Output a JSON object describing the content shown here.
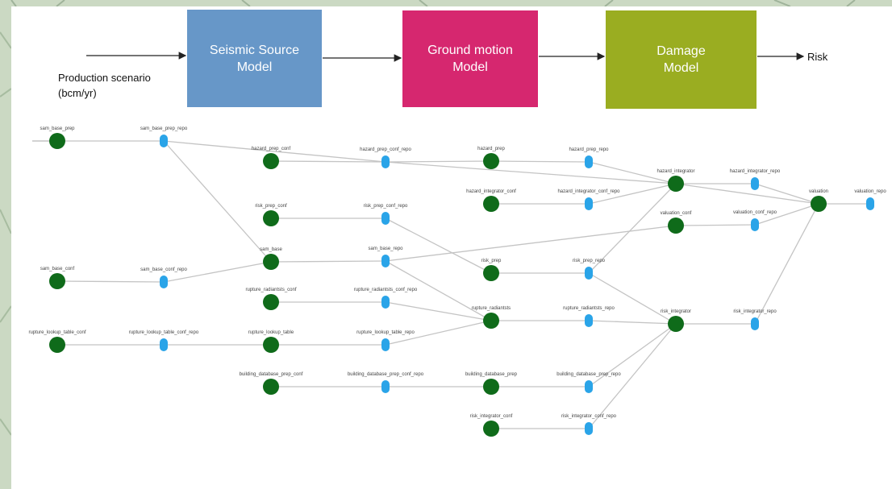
{
  "flow": {
    "input_label_line1": "Production scenario",
    "input_label_line2": "(bcm/yr)",
    "stages": [
      "Seismic Source\nModel",
      "Ground motion\nModel",
      "Damage\nModel"
    ],
    "output_label": "Risk",
    "stage_colors": [
      "#6797c8",
      "#d6276f",
      "#9aad21"
    ]
  },
  "graph": {
    "node_colors": {
      "task": "#0f6b1a",
      "repo": "#2aa4e8"
    },
    "nodes": [
      {
        "id": "sam_base_prep",
        "kind": "task",
        "label": "sam_base_prep"
      },
      {
        "id": "sam_base_prep_repo",
        "kind": "repo",
        "label": "sam_base_prep_repo"
      },
      {
        "id": "hazard_prep_conf",
        "kind": "task",
        "label": "hazard_prep_conf"
      },
      {
        "id": "hazard_prep_conf_repo",
        "kind": "repo",
        "label": "hazard_prep_conf_repo"
      },
      {
        "id": "hazard_prep",
        "kind": "task",
        "label": "hazard_prep"
      },
      {
        "id": "hazard_prep_repo",
        "kind": "repo",
        "label": "hazard_prep_repo"
      },
      {
        "id": "hazard_integrator",
        "kind": "task",
        "label": "hazard_integrator"
      },
      {
        "id": "hazard_integrator_repo",
        "kind": "repo",
        "label": "hazard_integrator_repo"
      },
      {
        "id": "hazard_integrator_conf",
        "kind": "task",
        "label": "hazard_integrator_conf"
      },
      {
        "id": "hazard_integrator_conf_repo",
        "kind": "repo",
        "label": "hazard_integrator_conf_repo"
      },
      {
        "id": "risk_prep_conf",
        "kind": "task",
        "label": "risk_prep_conf"
      },
      {
        "id": "risk_prep_conf_repo",
        "kind": "repo",
        "label": "risk_prep_conf_repo"
      },
      {
        "id": "valuation_conf",
        "kind": "task",
        "label": "valuation_conf"
      },
      {
        "id": "valuation_conf_repo",
        "kind": "repo",
        "label": "valuation_conf_repo"
      },
      {
        "id": "valuation",
        "kind": "task",
        "label": "valuation"
      },
      {
        "id": "valuation_repo",
        "kind": "repo",
        "label": "valuation_repo"
      },
      {
        "id": "sam_base",
        "kind": "task",
        "label": "sam_base"
      },
      {
        "id": "sam_base_repo",
        "kind": "repo",
        "label": "sam_base_repo"
      },
      {
        "id": "sam_base_conf",
        "kind": "task",
        "label": "sam_base_conf"
      },
      {
        "id": "sam_base_conf_repo",
        "kind": "repo",
        "label": "sam_base_conf_repo"
      },
      {
        "id": "risk_prep",
        "kind": "task",
        "label": "risk_prep"
      },
      {
        "id": "risk_prep_repo",
        "kind": "repo",
        "label": "risk_prep_repo"
      },
      {
        "id": "rupture_radiantsts_conf",
        "kind": "task",
        "label": "rupture_radiantsts_conf"
      },
      {
        "id": "rupture_radiantsts_conf_repo",
        "kind": "repo",
        "label": "rupture_radiantsts_conf_repo"
      },
      {
        "id": "rupture_radiantsts",
        "kind": "task",
        "label": "rupture_radiantsts"
      },
      {
        "id": "rupture_radiantsts_repo",
        "kind": "repo",
        "label": "rupture_radiantsts_repo"
      },
      {
        "id": "risk_integrator",
        "kind": "task",
        "label": "risk_integrator"
      },
      {
        "id": "risk_integrator_repo",
        "kind": "repo",
        "label": "risk_integrator_repo"
      },
      {
        "id": "rupture_lookup_table_conf",
        "kind": "task",
        "label": "rupture_lookup_table_conf"
      },
      {
        "id": "rupture_lookup_table_conf_repo",
        "kind": "repo",
        "label": "rupture_lookup_table_conf_repo"
      },
      {
        "id": "rupture_lookup_table",
        "kind": "task",
        "label": "rupture_lookup_table"
      },
      {
        "id": "rupture_lookup_table_repo",
        "kind": "repo",
        "label": "rupture_lookup_table_repo"
      },
      {
        "id": "building_database_prep_conf",
        "kind": "task",
        "label": "building_database_prep_conf"
      },
      {
        "id": "building_database_prep_conf_repo",
        "kind": "repo",
        "label": "building_database_prep_conf_repo"
      },
      {
        "id": "building_database_prep",
        "kind": "task",
        "label": "building_database_prep"
      },
      {
        "id": "building_database_prep_repo",
        "kind": "repo",
        "label": "building_database_prep_repo"
      },
      {
        "id": "risk_integrator_conf",
        "kind": "task",
        "label": "risk_integrator_conf"
      },
      {
        "id": "risk_integrator_conf_repo",
        "kind": "repo",
        "label": "risk_integrator_conf_repo"
      }
    ],
    "edges": [
      [
        "sam_base_prep",
        "sam_base_prep_repo"
      ],
      [
        "sam_base_prep_repo",
        "hazard_prep_conf_repo"
      ],
      [
        "sam_base_prep_repo",
        "sam_base"
      ],
      [
        "hazard_prep_conf",
        "hazard_prep_conf_repo"
      ],
      [
        "hazard_prep_conf_repo",
        "hazard_prep"
      ],
      [
        "hazard_prep_conf_repo",
        "hazard_integrator"
      ],
      [
        "hazard_prep",
        "hazard_prep_repo"
      ],
      [
        "hazard_prep_repo",
        "hazard_integrator"
      ],
      [
        "hazard_integrator",
        "hazard_integrator_repo"
      ],
      [
        "hazard_integrator",
        "valuation"
      ],
      [
        "hazard_integrator_repo",
        "valuation"
      ],
      [
        "hazard_integrator_conf",
        "hazard_integrator_conf_repo"
      ],
      [
        "hazard_integrator_conf_repo",
        "hazard_integrator"
      ],
      [
        "risk_prep_conf",
        "risk_prep_conf_repo"
      ],
      [
        "risk_prep_conf_repo",
        "risk_prep"
      ],
      [
        "valuation_conf",
        "valuation_conf_repo"
      ],
      [
        "valuation_conf_repo",
        "valuation"
      ],
      [
        "valuation",
        "valuation_repo"
      ],
      [
        "sam_base_conf",
        "sam_base_conf_repo"
      ],
      [
        "sam_base_conf_repo",
        "sam_base"
      ],
      [
        "sam_base",
        "sam_base_repo"
      ],
      [
        "sam_base_repo",
        "valuation_conf"
      ],
      [
        "sam_base_repo",
        "rupture_radiantsts"
      ],
      [
        "risk_prep",
        "risk_prep_repo"
      ],
      [
        "risk_prep_repo",
        "risk_integrator"
      ],
      [
        "risk_prep_repo",
        "hazard_integrator"
      ],
      [
        "rupture_radiantsts_conf",
        "rupture_radiantsts_conf_repo"
      ],
      [
        "rupture_radiantsts_conf_repo",
        "rupture_radiantsts"
      ],
      [
        "rupture_radiantsts",
        "rupture_radiantsts_repo"
      ],
      [
        "rupture_radiantsts_repo",
        "risk_integrator"
      ],
      [
        "risk_integrator",
        "risk_integrator_repo"
      ],
      [
        "risk_integrator_repo",
        "valuation"
      ],
      [
        "rupture_lookup_table_conf",
        "rupture_lookup_table_conf_repo"
      ],
      [
        "rupture_lookup_table_conf_repo",
        "rupture_lookup_table"
      ],
      [
        "rupture_lookup_table",
        "rupture_lookup_table_repo"
      ],
      [
        "rupture_lookup_table_repo",
        "rupture_radiantsts"
      ],
      [
        "building_database_prep_conf",
        "building_database_prep_conf_repo"
      ],
      [
        "building_database_prep_conf_repo",
        "building_database_prep"
      ],
      [
        "building_database_prep",
        "building_database_prep_repo"
      ],
      [
        "building_database_prep_repo",
        "risk_integrator"
      ],
      [
        "risk_integrator_conf",
        "risk_integrator_conf_repo"
      ],
      [
        "risk_integrator_conf_repo",
        "risk_integrator"
      ]
    ]
  }
}
